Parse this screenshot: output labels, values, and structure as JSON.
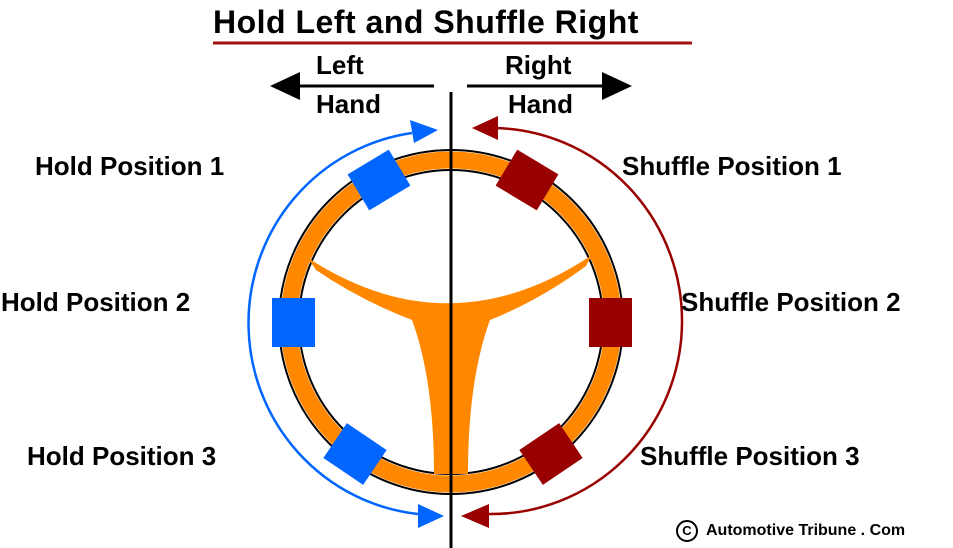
{
  "title": "Hold Left and Shuffle Right",
  "left_hand": {
    "line1": "Left",
    "line2": "Hand"
  },
  "right_hand": {
    "line1": "Right",
    "line2": "Hand"
  },
  "hold_positions": [
    "Hold Position 1",
    "Hold Position 2",
    "Hold Position 3"
  ],
  "shuffle_positions": [
    "Shuffle Position 1",
    "Shuffle Position 2",
    "Shuffle Position 3"
  ],
  "copyright": {
    "symbol": "C",
    "text": "Automotive Tribune . Com"
  },
  "colors": {
    "wheel": "#ff8800",
    "hold_hand": "#0066ff",
    "shuffle_hand": "#990000",
    "title_underline": "#a01010",
    "arrows": "#000000"
  }
}
